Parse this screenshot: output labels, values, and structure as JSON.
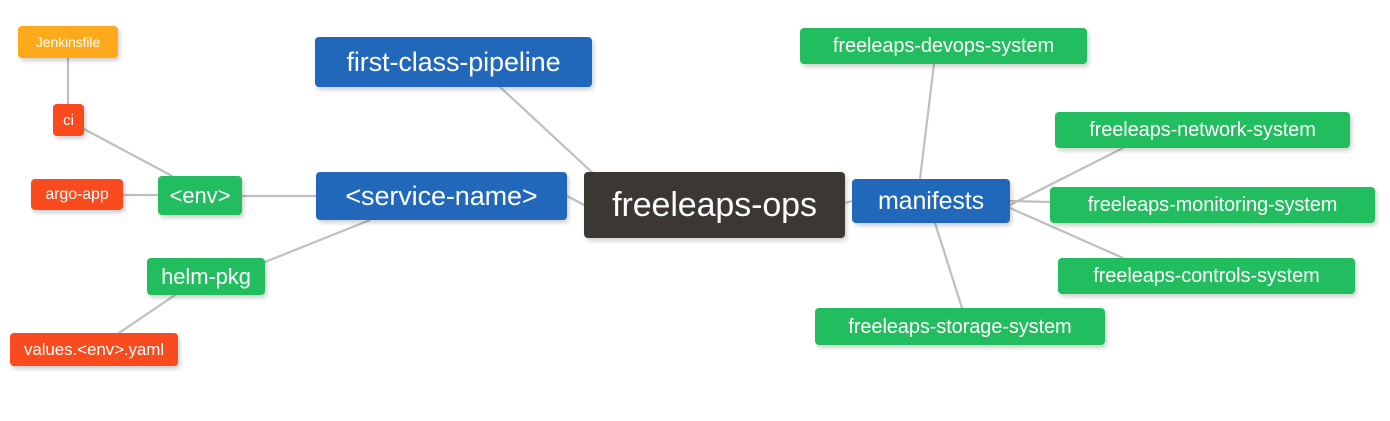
{
  "diagram": {
    "title": "freeleaps-ops repository layout mindmap",
    "type": "mindmap",
    "background": "#ffffff",
    "edge_color": "#bfbfbf"
  },
  "palette": {
    "root": "#3b3733",
    "blue": "#2167ba",
    "green": "#22bd5e",
    "orange": "#fcaa1b",
    "red": "#fa4b1e",
    "text": "#ffffff"
  },
  "nodes": {
    "root": {
      "label": "freeleaps-ops",
      "color": "#3b3733",
      "font_size": 34
    },
    "service_name": {
      "label": "<service-name>",
      "color": "#2167ba",
      "font_size": 27
    },
    "first_class_pipeline": {
      "label": "first-class-pipeline",
      "color": "#2167ba",
      "font_size": 27
    },
    "env": {
      "label": "<env>",
      "color": "#22bd5e",
      "font_size": 22
    },
    "helm_pkg": {
      "label": "helm-pkg",
      "color": "#22bd5e",
      "font_size": 22
    },
    "ci": {
      "label": "ci",
      "color": "#fa4b1e",
      "font_size": 15
    },
    "jenkinsfile": {
      "label": "Jenkinsfile",
      "color": "#fcaa1b",
      "font_size": 14
    },
    "argo_app": {
      "label": "argo-app",
      "color": "#fa4b1e",
      "font_size": 16
    },
    "values_yaml": {
      "label": "values.<env>.yaml",
      "color": "#fa4b1e",
      "font_size": 17
    },
    "manifests": {
      "label": "manifests",
      "color": "#2167ba",
      "font_size": 25
    },
    "devops_system": {
      "label": "freeleaps-devops-system",
      "color": "#22bd5e",
      "font_size": 20
    },
    "network_system": {
      "label": "freeleaps-network-system",
      "color": "#22bd5e",
      "font_size": 20
    },
    "monitoring_system": {
      "label": "freeleaps-monitoring-system",
      "color": "#22bd5e",
      "font_size": 20
    },
    "controls_system": {
      "label": "freeleaps-controls-system",
      "color": "#22bd5e",
      "font_size": 20
    },
    "storage_system": {
      "label": "freeleaps-storage-system",
      "color": "#22bd5e",
      "font_size": 20
    }
  },
  "edges": [
    {
      "from": "root",
      "to": "service_name"
    },
    {
      "from": "root",
      "to": "first_class_pipeline"
    },
    {
      "from": "root",
      "to": "manifests"
    },
    {
      "from": "service_name",
      "to": "env"
    },
    {
      "from": "service_name",
      "to": "helm_pkg"
    },
    {
      "from": "env",
      "to": "ci"
    },
    {
      "from": "env",
      "to": "argo_app"
    },
    {
      "from": "ci",
      "to": "jenkinsfile"
    },
    {
      "from": "helm_pkg",
      "to": "values_yaml"
    },
    {
      "from": "manifests",
      "to": "devops_system"
    },
    {
      "from": "manifests",
      "to": "network_system"
    },
    {
      "from": "manifests",
      "to": "monitoring_system"
    },
    {
      "from": "manifests",
      "to": "controls_system"
    },
    {
      "from": "manifests",
      "to": "storage_system"
    }
  ]
}
